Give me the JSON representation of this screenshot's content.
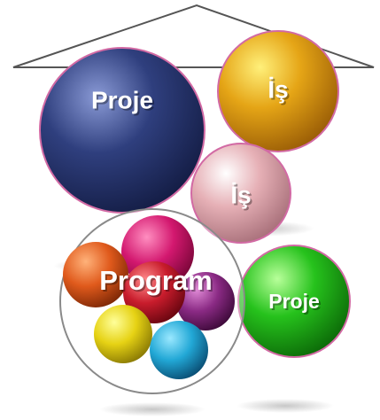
{
  "diagram": {
    "spheres": [
      {
        "id": "proje-large",
        "label": "Proje",
        "color": "#2f3f7e"
      },
      {
        "id": "is-gold",
        "label": "İş",
        "color": "#e5a516"
      },
      {
        "id": "is-pink",
        "label": "İş",
        "color": "#e6b0b6"
      },
      {
        "id": "proje-green",
        "label": "Proje",
        "color": "#26c21c"
      }
    ],
    "program": {
      "label": "Program",
      "balls": [
        {
          "id": "magenta",
          "color": "#d3186f"
        },
        {
          "id": "orange",
          "color": "#e05a1c"
        },
        {
          "id": "red",
          "color": "#c81c2c"
        },
        {
          "id": "purple",
          "color": "#8a2a84"
        },
        {
          "id": "yellow",
          "color": "#e6d214"
        },
        {
          "id": "cyan",
          "color": "#22a8d6"
        }
      ]
    },
    "colors": {
      "roof_stroke": "#555555",
      "sphere_outline": "#d26aa4",
      "program_ring": "#8a8a8a"
    }
  }
}
